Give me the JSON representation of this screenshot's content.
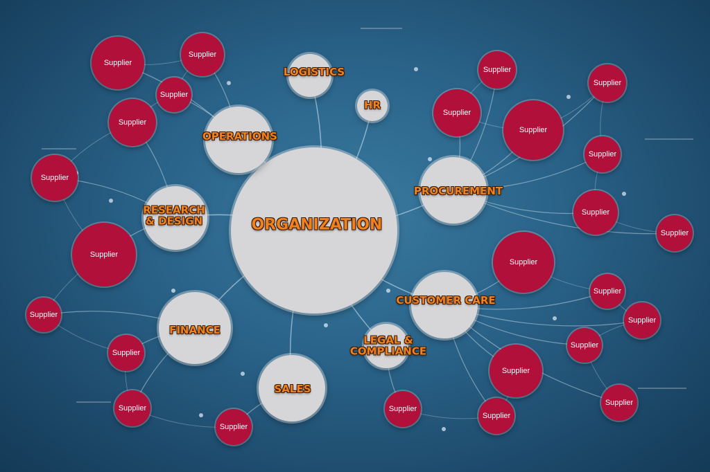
{
  "center": {
    "label": "ORGANIZATION"
  },
  "departments": [
    {
      "id": "logistics",
      "label": "LOGISTICS"
    },
    {
      "id": "hr",
      "label": "HR"
    },
    {
      "id": "operations",
      "label": "OPERATIONS"
    },
    {
      "id": "procurement",
      "label": "PROCUREMENT"
    },
    {
      "id": "research-design",
      "label": "RESEARCH\n& DESIGN"
    },
    {
      "id": "customer-care",
      "label": "CUSTOMER CARE"
    },
    {
      "id": "finance",
      "label": "FINANCE"
    },
    {
      "id": "legal-compliance",
      "label": "LEGAL &\nCOMPLIANCE"
    },
    {
      "id": "sales",
      "label": "SALES"
    }
  ],
  "supplier_label": "Supplier",
  "colors": {
    "supplier": "#b0103a",
    "department": "#d6d6d9",
    "label": "#f0821e",
    "background": "#2a6389"
  }
}
